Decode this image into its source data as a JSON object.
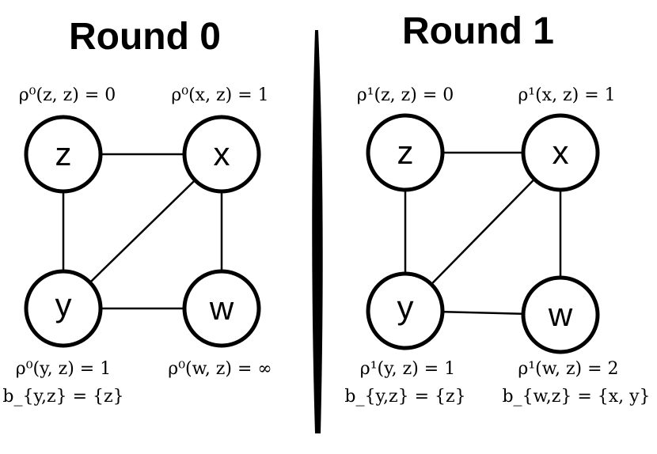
{
  "panels": [
    {
      "title": "Round 0",
      "nodes": {
        "z": "z",
        "x": "x",
        "y": "y",
        "w": "w"
      },
      "annotations": {
        "rho_z": "ρ⁰(z, z) = 0",
        "rho_x": "ρ⁰(x, z) = 1",
        "rho_y": "ρ⁰(y, z) = 1",
        "rho_w": "ρ⁰(w, z) = ∞",
        "b_y": "b_{y,z} = {z}"
      }
    },
    {
      "title": "Round 1",
      "nodes": {
        "z": "z",
        "x": "x",
        "y": "y",
        "w": "w"
      },
      "annotations": {
        "rho_z": "ρ¹(z, z) = 0",
        "rho_x": "ρ¹(x, z) = 1",
        "rho_y": "ρ¹(y, z) = 1",
        "rho_w": "ρ¹(w, z) = 2",
        "b_y": "b_{y,z} = {z}",
        "b_w": "b_{w,z} = {x, y}"
      }
    }
  ],
  "edges": [
    [
      "z",
      "x"
    ],
    [
      "z",
      "y"
    ],
    [
      "x",
      "y"
    ],
    [
      "x",
      "w"
    ],
    [
      "y",
      "w"
    ]
  ]
}
